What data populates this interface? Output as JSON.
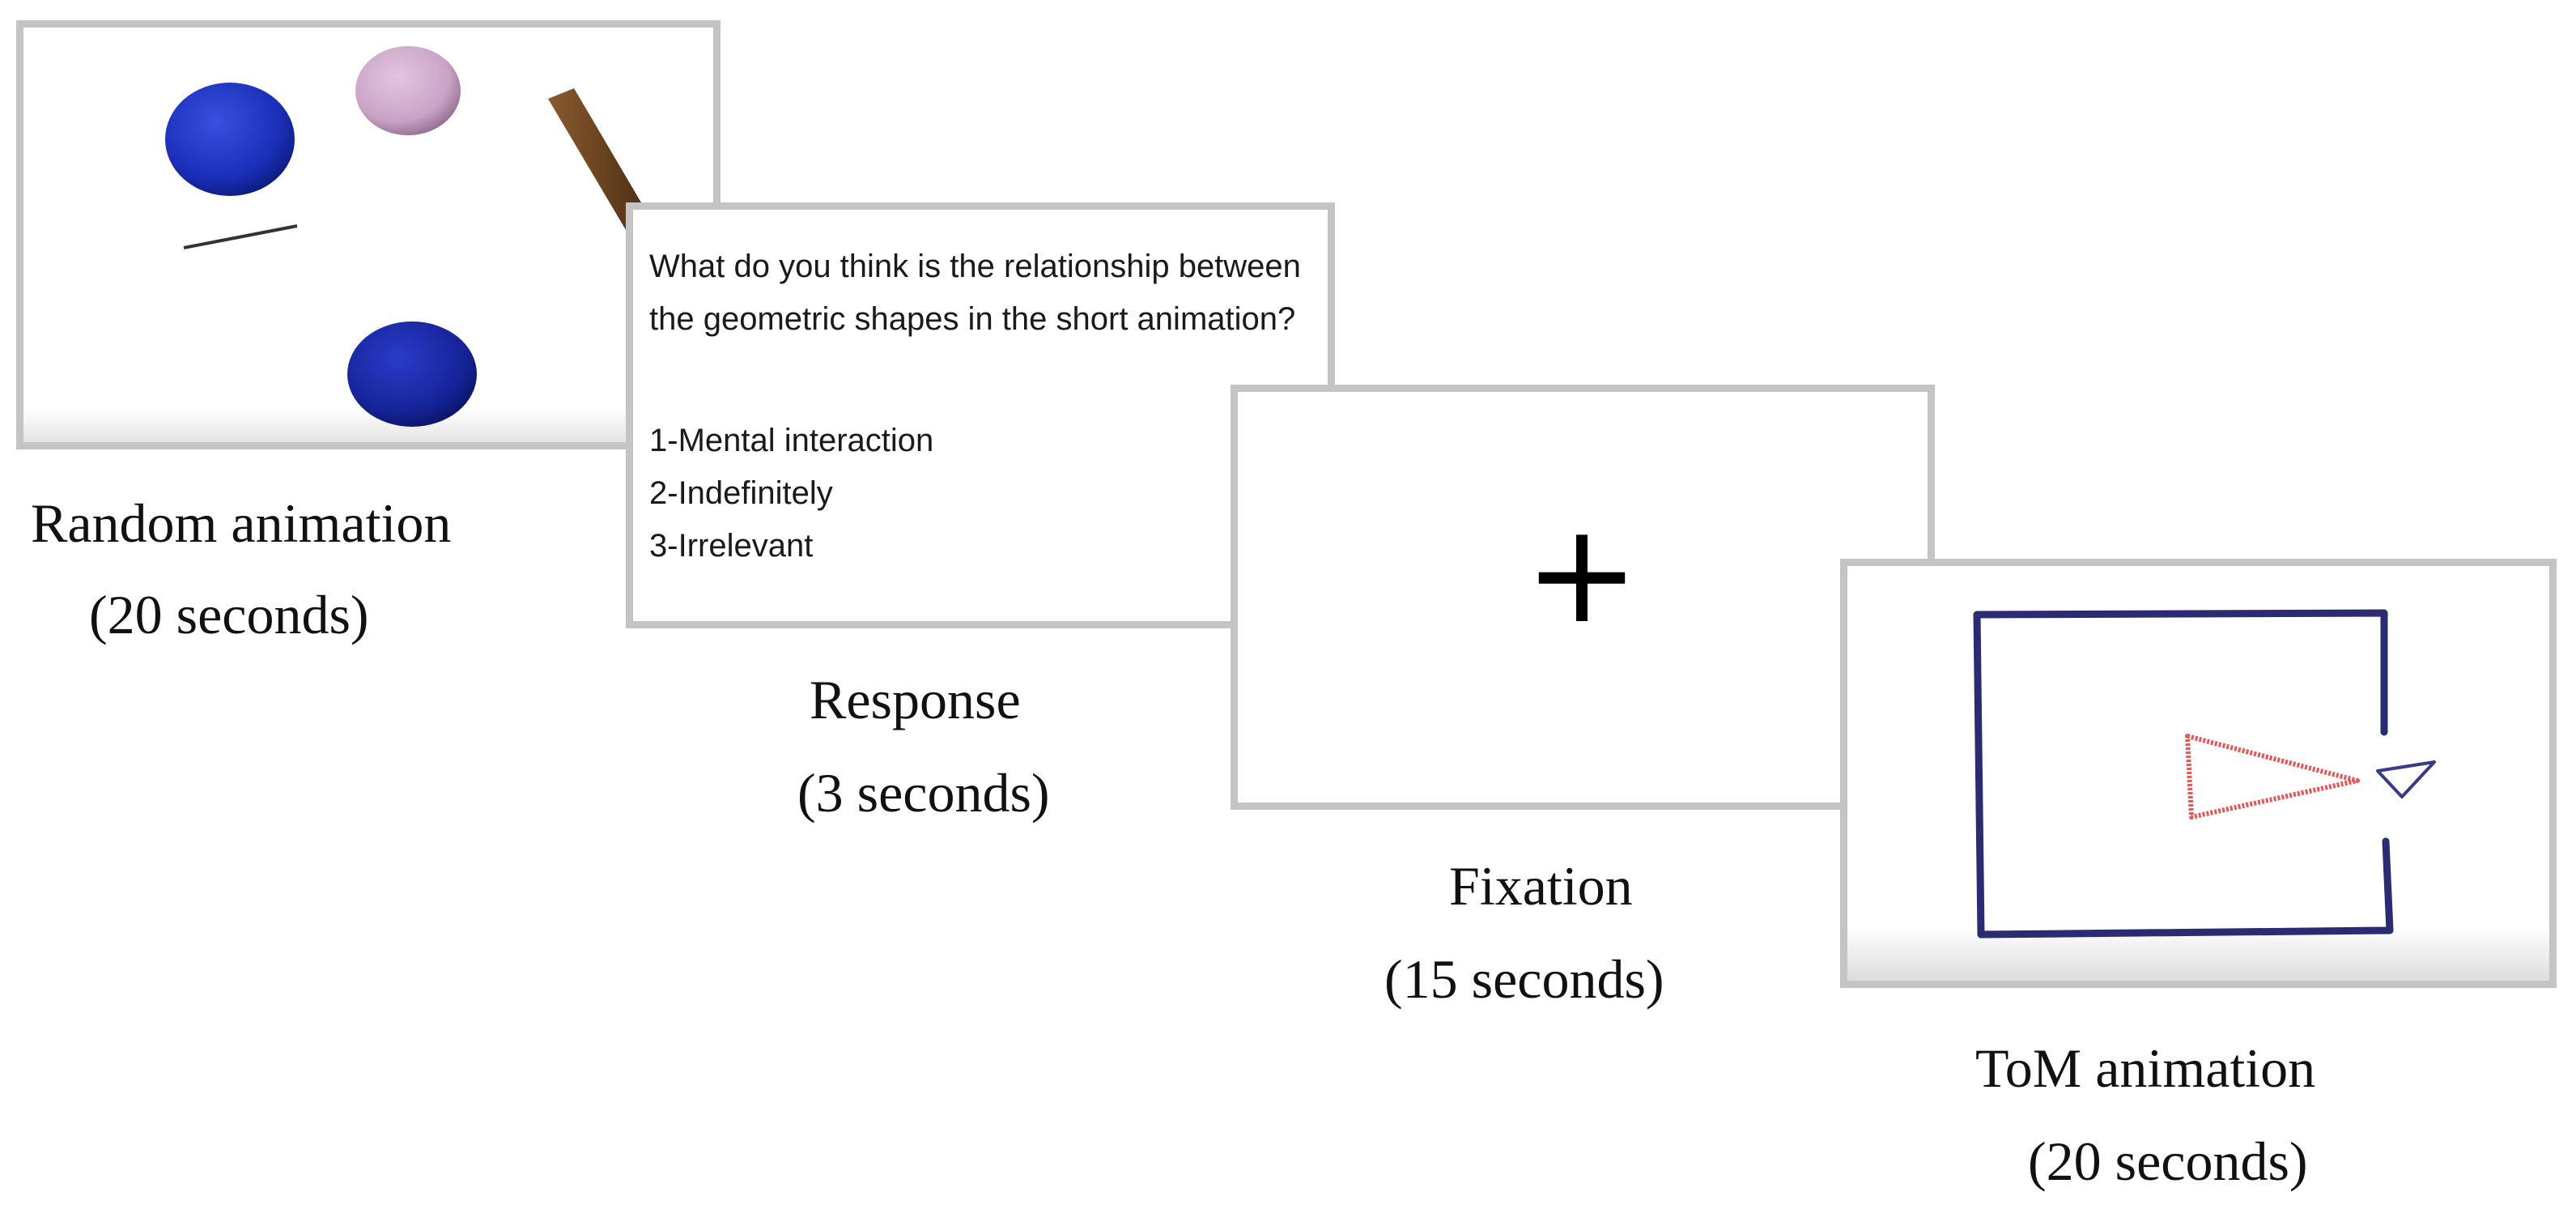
{
  "panels": {
    "random": {
      "caption_title": "Random animation",
      "caption_duration": "(20 seconds)"
    },
    "response": {
      "question_line1": "What do you think is the relationship between",
      "question_line2": "the geometric shapes in the short animation?",
      "options": [
        "1-Mental interaction",
        "2-Indefinitely",
        "3-Irrelevant"
      ],
      "caption_title": "Response",
      "caption_duration": "(3 seconds)"
    },
    "fixation": {
      "symbol": "+",
      "caption_title": "Fixation",
      "caption_duration": "(15 seconds)"
    },
    "tom": {
      "caption_title": "ToM animation",
      "caption_duration": "(20 seconds)"
    }
  },
  "colors": {
    "frame_border": "#c4c4c4",
    "circle_blue": "#1a2fb8",
    "circle_pink": "#c9a3c6",
    "stick_brown": "#6b4220",
    "box_navy": "#2b2b72",
    "triangle_red": "#e05a5a",
    "triangle_blue": "#3a3a8a"
  }
}
